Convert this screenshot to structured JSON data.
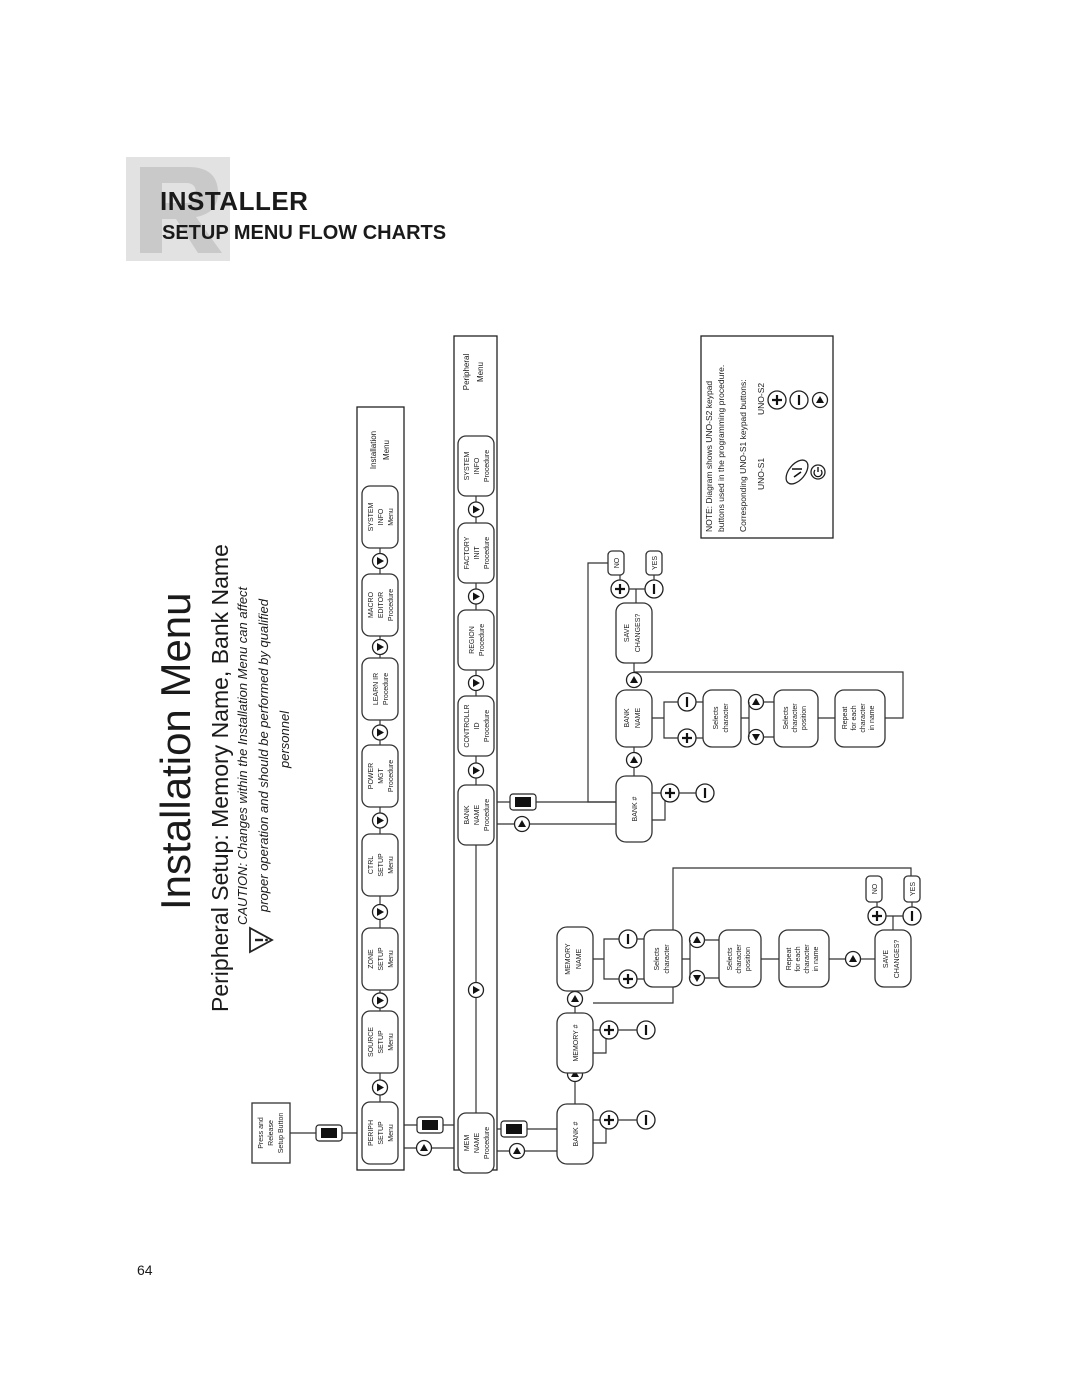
{
  "header": {
    "title": "INSTALLER",
    "subtitle": "SETUP MENU FLOW CHARTS"
  },
  "page_number": "64",
  "diagram": {
    "title": "Installation Menu",
    "subtitle": "Peripheral Setup: Memory Name, Bank Name",
    "caution_line1": "CAUTION: Changes within the Installation Menu can affect",
    "caution_line2": "proper operation and should be performed by qualified",
    "caution_line3": "personnel",
    "press_release": [
      "Press and",
      "Release",
      "Setup Button"
    ],
    "installation_menu_label": [
      "Installation",
      "Menu"
    ],
    "peripheral_menu_label": [
      "Peripheral",
      "Menu"
    ],
    "installation_items": [
      [
        "PERIPH",
        "SETUP",
        "Menu"
      ],
      [
        "SOURCE",
        "SETUP",
        "Menu"
      ],
      [
        "ZONE",
        "SETUP",
        "Menu"
      ],
      [
        "CTRL",
        "SETUP",
        "Menu"
      ],
      [
        "POWER",
        "MGT",
        "Procedure"
      ],
      [
        "LEARN IR",
        "Procedure"
      ],
      [
        "MACRO",
        "EDITOR",
        "Procedure"
      ],
      [
        "SYSTEM",
        "INFO",
        "Menu"
      ]
    ],
    "peripheral_items": [
      [
        "MEM",
        "NAME",
        "Procedure"
      ],
      [
        "BANK",
        "NAME",
        "Procedure"
      ],
      [
        "CONTROLLR",
        "ID",
        "Procedure"
      ],
      [
        "REGION",
        "Procedure"
      ],
      [
        "FACTORY",
        "INIT",
        "Procedure"
      ],
      [
        "SYSTEM",
        "INFO",
        "Procedure"
      ]
    ],
    "bank_number": "BANK #",
    "memory_number": "MEMORY #",
    "memory_name": [
      "MEMORY",
      "NAME"
    ],
    "bank_name": [
      "BANK",
      "NAME"
    ],
    "selects_character": [
      "Selects",
      "character"
    ],
    "selects_character_position": [
      "Selects",
      "character",
      "position"
    ],
    "repeat_for_each": [
      "Repeat",
      "for each",
      "character",
      "in name"
    ],
    "save_changes": [
      "SAVE",
      "CHANGES?"
    ],
    "no_label": "NO",
    "yes_label": "YES",
    "note": {
      "line1": "NOTE: Diagram shows UNO-S2 keypad",
      "line2": "buttons used in the programming procedure.",
      "line3": "Corresponding UNO-S1 keypad buttons:",
      "col_s1": "UNO-S1",
      "col_s2": "UNO-S2"
    }
  }
}
